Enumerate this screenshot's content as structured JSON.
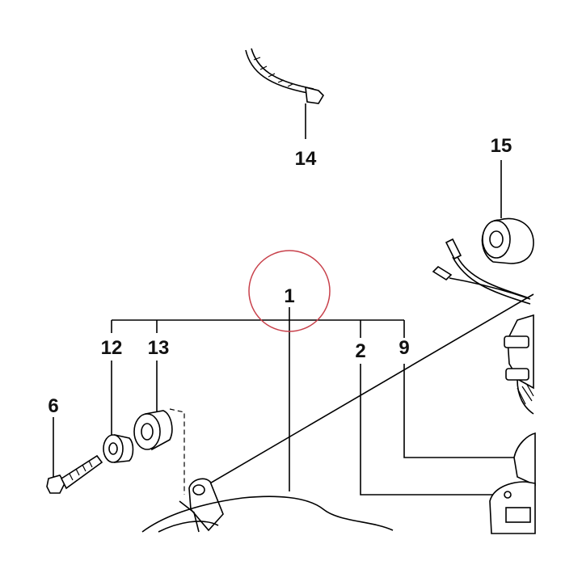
{
  "labels": {
    "p1": "1",
    "p2": "2",
    "p6": "6",
    "p9": "9",
    "p12": "12",
    "p13": "13",
    "p14": "14",
    "p15": "15"
  },
  "colors": {
    "highlight_circle": "#c8414b",
    "line": "#000000"
  }
}
